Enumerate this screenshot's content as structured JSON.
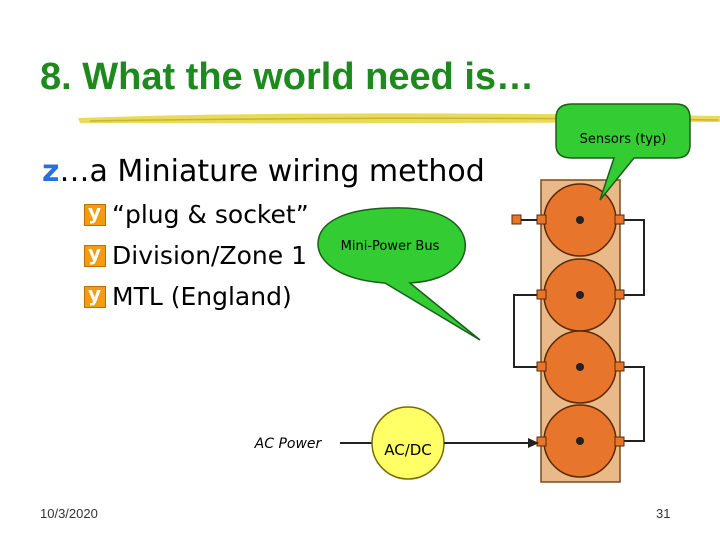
{
  "slide": {
    "title": "8. What the world need is…",
    "main_bullet_mark": "z",
    "main_bullet": "…a Miniature wiring method",
    "sub_bullets": [
      "“plug & socket”",
      "Division/Zone 1",
      "MTL (England)"
    ],
    "footer_date": "10/3/2020",
    "page_number": "31"
  },
  "diagram": {
    "callout_sensors": "Sensors (typ)",
    "callout_bus": "Mini-Power Bus",
    "ac_power_label": "AC Power",
    "acdc_label": "AC/DC"
  },
  "colors": {
    "title": "#1e8a1e",
    "callout_fill": "#33cc33",
    "sensor_fill": "#e8752c",
    "rail_fill": "#e9b98a",
    "converter_fill": "#ffff66"
  }
}
